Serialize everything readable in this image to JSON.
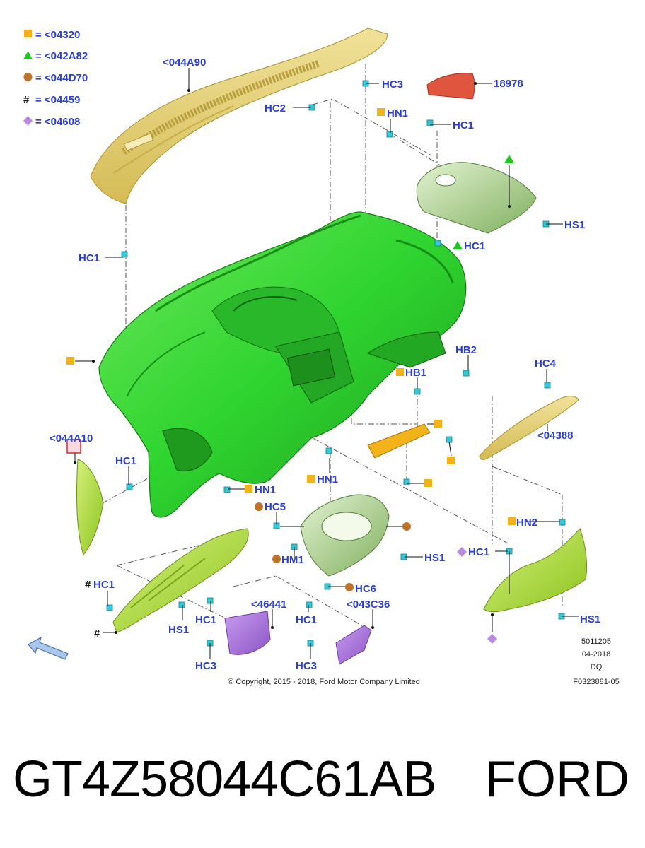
{
  "legend": [
    {
      "symbol": "■",
      "color": "#f2b21a",
      "icon": "square",
      "text": "= <04320"
    },
    {
      "symbol": "▲",
      "color": "#1ec81e",
      "icon": "triangle",
      "text": "= <042A82"
    },
    {
      "symbol": "●",
      "color": "#c0722a",
      "icon": "circle",
      "text": "= <044D70"
    },
    {
      "symbol": "#",
      "color": "#111111",
      "icon": "hash",
      "text": "= <04459"
    },
    {
      "symbol": "◆",
      "color": "#b98ae0",
      "icon": "diamond",
      "text": "= <04608"
    }
  ],
  "labels": {
    "upper_pad": "<044A90",
    "hc3_top": "HC3",
    "hc2_top": "HC2",
    "part_18978": "18978",
    "hn1_top": "HN1",
    "hc1_right_top": "HC1",
    "hs1_right": "HS1",
    "hc1_tri": "HC1",
    "hc1_left": "HC1",
    "hb2": "HB2",
    "hb1": "HB1",
    "hc4": "HC4",
    "part_04388": "<04388",
    "part_044A10": "<044A10",
    "hc1_side": "HC1",
    "hn1_mid_left": "HN1",
    "hn1_mid": "HN1",
    "hc5": "HC5",
    "hm1": "HM1",
    "hs1_cluster": "HS1",
    "hc6": "HC6",
    "hn2": "HN2",
    "hc1_diamond": "HC1",
    "hs1_bottom_right": "HS1",
    "hash_hc1": "HC1",
    "hs1_bottom_left": "HS1",
    "hc1_bottom_a": "HC1",
    "part_46441": "<46441",
    "hc1_bottom_b": "HC1",
    "part_043C36": "<043C36",
    "hc3_bottom_a": "HC3",
    "hc3_bottom_b": "HC3"
  },
  "meta": {
    "code": "5011205",
    "date": "04-2018",
    "initials": "DQ",
    "figure": "F0323881-05",
    "copyright": "© Copyright, 2015 - 2018, Ford Motor Company Limited"
  },
  "footer": {
    "part_number": "GT4Z58044C61AB",
    "brand": "FORD"
  },
  "colors": {
    "label_blue": "#2b3fc9",
    "panel_green": "#2fd42f",
    "pad_yellow": "#e6d27a",
    "cover_red": "#e0553e",
    "bin_purple": "#a874d8",
    "clip_cyan": "#33c9d8",
    "bracket_orange": "#f2b21a"
  },
  "icons": {
    "direction_arrow": "front-arrow-icon"
  }
}
